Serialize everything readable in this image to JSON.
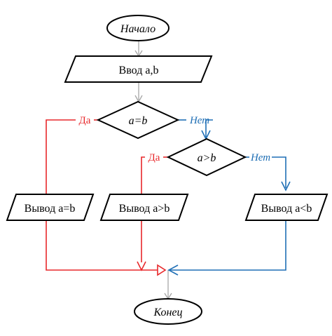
{
  "nodes": {
    "start": "Начало",
    "input": "Ввод a,b",
    "cond1": "a=b",
    "cond2": "a>b",
    "out_eq": "Вывод a=b",
    "out_gt": "Вывод a>b",
    "out_lt": "Вывод a<b",
    "end": "Конец"
  },
  "branches": {
    "yes1": "Да",
    "no1": "Нет",
    "yes2": "Да",
    "no2": "Нет"
  },
  "colors": {
    "stroke": "#000000",
    "yes": "#e8282b",
    "no": "#1f6fb5",
    "flow": "#a6a6a6"
  }
}
